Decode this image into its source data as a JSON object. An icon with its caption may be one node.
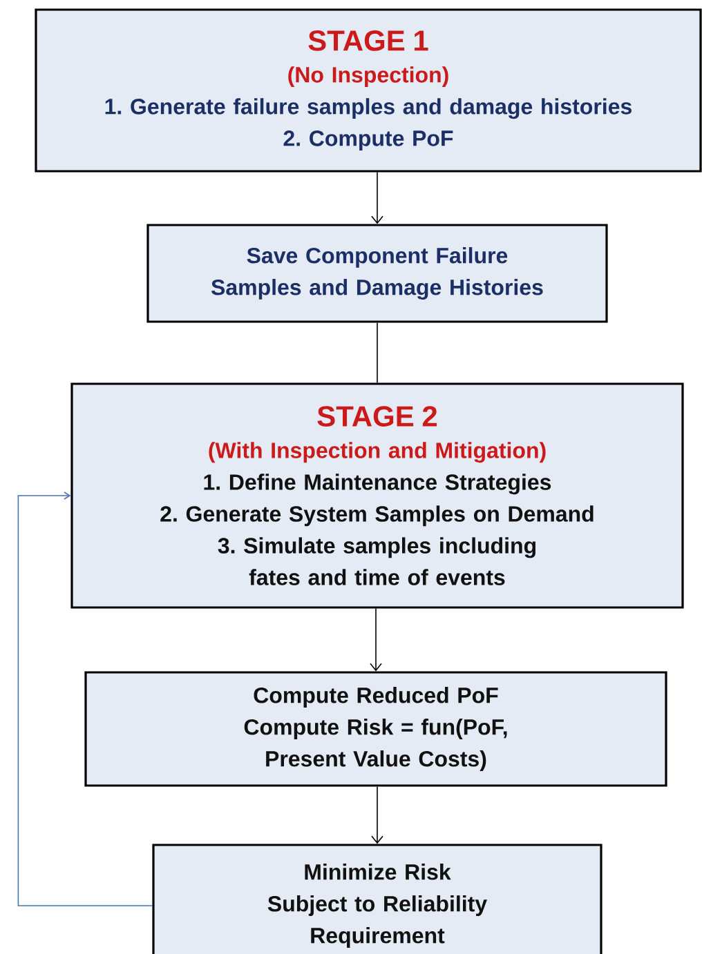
{
  "diagram": {
    "nodes": [
      {
        "text": [
          "STAGE 1",
          "(No Inspection)",
          "1. Generate failure samples and damage histories",
          "2. Compute PoF"
        ]
      },
      {
        "text": [
          "Save Component Failure Samples and Damage Histories"
        ]
      },
      {
        "text": [
          "STAGE 2",
          "(With Inspection and Mitigation)",
          "1. Define Maintenance Strategies",
          "2. Generate System Samples on Demand",
          "3. Simulate samples including fates and time of events"
        ]
      },
      {
        "text": [
          "Compute Reduced PoF",
          "Compute Risk = fun(PoF, Present Value Costs)"
        ]
      },
      {
        "text": [
          "Minimize Risk",
          "Subject to Reliability Requirement"
        ]
      }
    ],
    "edges": [
      {
        "from": 0,
        "to": 1,
        "arrow": "to"
      },
      {
        "from": 1,
        "to": 2,
        "arrow": "none"
      },
      {
        "from": 2,
        "to": 3,
        "arrow": "to"
      },
      {
        "from": 3,
        "to": 4,
        "arrow": "to"
      },
      {
        "from": 4,
        "to": 2,
        "arrow": "to",
        "color": "#4a72b0"
      }
    ]
  }
}
